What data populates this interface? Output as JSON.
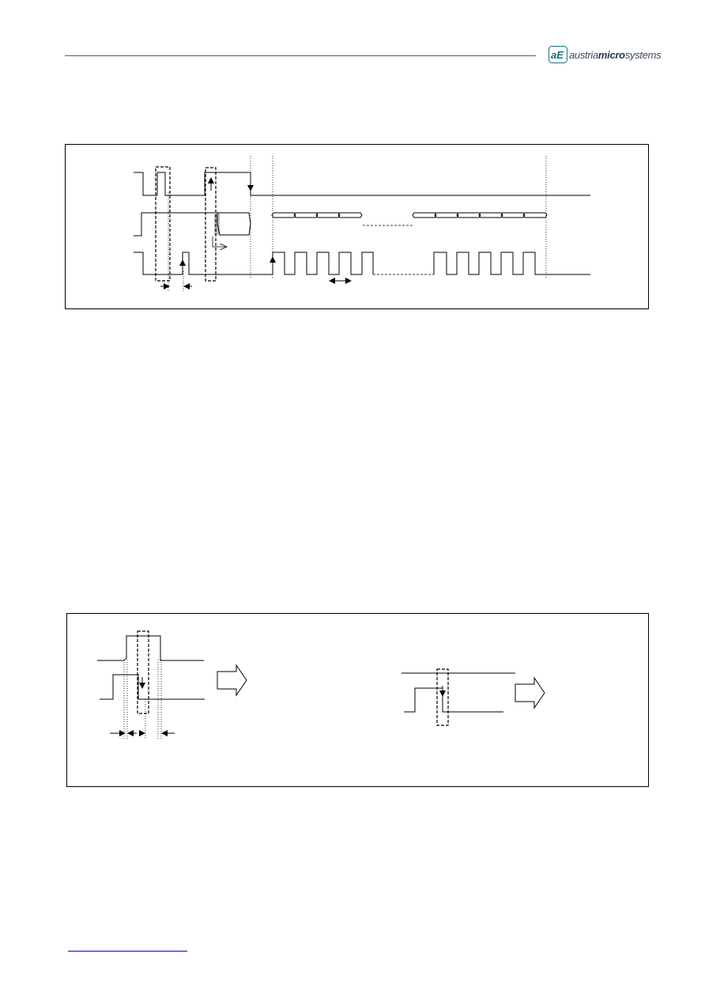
{
  "header": {
    "logo": {
      "text_regular_1": "austria",
      "text_emphasis": "micro",
      "text_regular_2": "systems",
      "mark_letters": "aE",
      "brand_color": "#1f6f86"
    }
  },
  "colors": {
    "rule": "#1f6f86",
    "line": "#000000",
    "shade": "#bbbbbb",
    "link": "#0000ee"
  },
  "icons": {
    "arrow": "arrowhead-icon",
    "big_arrow": "block-arrow-icon"
  }
}
